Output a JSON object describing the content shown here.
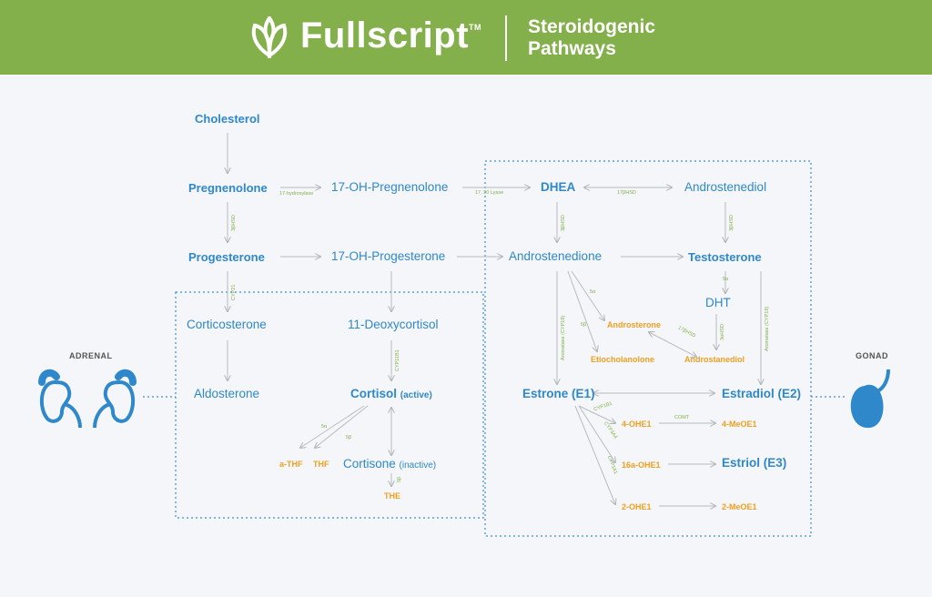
{
  "header": {
    "brand": "Fullscript",
    "tm": "TM",
    "title_line1": "Steroidogenic",
    "title_line2": "Pathways"
  },
  "sides": {
    "left": "ADRENAL",
    "right": "GONAD"
  },
  "nodes": {
    "cholesterol": "Cholesterol",
    "pregnenolone": "Pregnenolone",
    "oh_pregnenolone": "17-OH-Pregnenolone",
    "dhea": "DHEA",
    "androstenediol": "Androstenediol",
    "progesterone": "Progesterone",
    "oh_progesterone": "17-OH-Progesterone",
    "androstenedione": "Androstenedione",
    "testosterone": "Testosterone",
    "corticosterone": "Corticosterone",
    "deoxycortisol": "11-Deoxycortisol",
    "dht": "DHT",
    "aldosterone": "Aldosterone",
    "cortisol": "Cortisol",
    "cortisol_note": "(active)",
    "estrone": "Estrone (E1)",
    "estradiol": "Estradiol (E2)",
    "cortisone": "Cortisone",
    "cortisone_note": "(inactive)",
    "estriol": "Estriol (E3)",
    "androsterone": "Androsterone",
    "etiocholanolone": "Etiocholanolone",
    "androstanediol": "Androstanediol",
    "a_thf": "a-THF",
    "thf": "THF",
    "the": "THE",
    "ohe1_4": "4-OHE1",
    "meoe1_4": "4-MeOE1",
    "ohe1_16a": "16a-OHE1",
    "ohe1_2": "2-OHE1",
    "meoe1_2": "2-MeOE1"
  },
  "enzymes": {
    "hydroxylase17": "17-hydroxylase",
    "lyase": "17, 20 Lyase",
    "hsd17b_top": "17βHSD",
    "hsd3b_left": "3βHSD",
    "hsd3b_dhea": "3βHSD",
    "hsd3b_diol": "3βHSD",
    "cyp21": "CYP21",
    "cyp11b1": "CYP11B1",
    "aromatase_left": "Aromatase (CYP19)",
    "aromatase_right": "Aromatase (CYP19)",
    "five_a_andro": "5α",
    "five_b_andro": "5β",
    "five_a_testo": "5α",
    "hsd3a": "3αHSD",
    "hsd17b_mid": "17βHSD",
    "five_a_cort": "5α",
    "five_b_cort": "5β",
    "five_b_the": "5β",
    "cyp1b1": "CYP1B1",
    "cyp3a4": "CYP3A4",
    "cyp1a1": "CYP1A1",
    "comt": "COMT"
  },
  "colors": {
    "header": "#84b04b",
    "blue": "#2f88c9",
    "orange": "#f0a020",
    "green": "#84b04b",
    "arrow": "#b8bcc0"
  }
}
